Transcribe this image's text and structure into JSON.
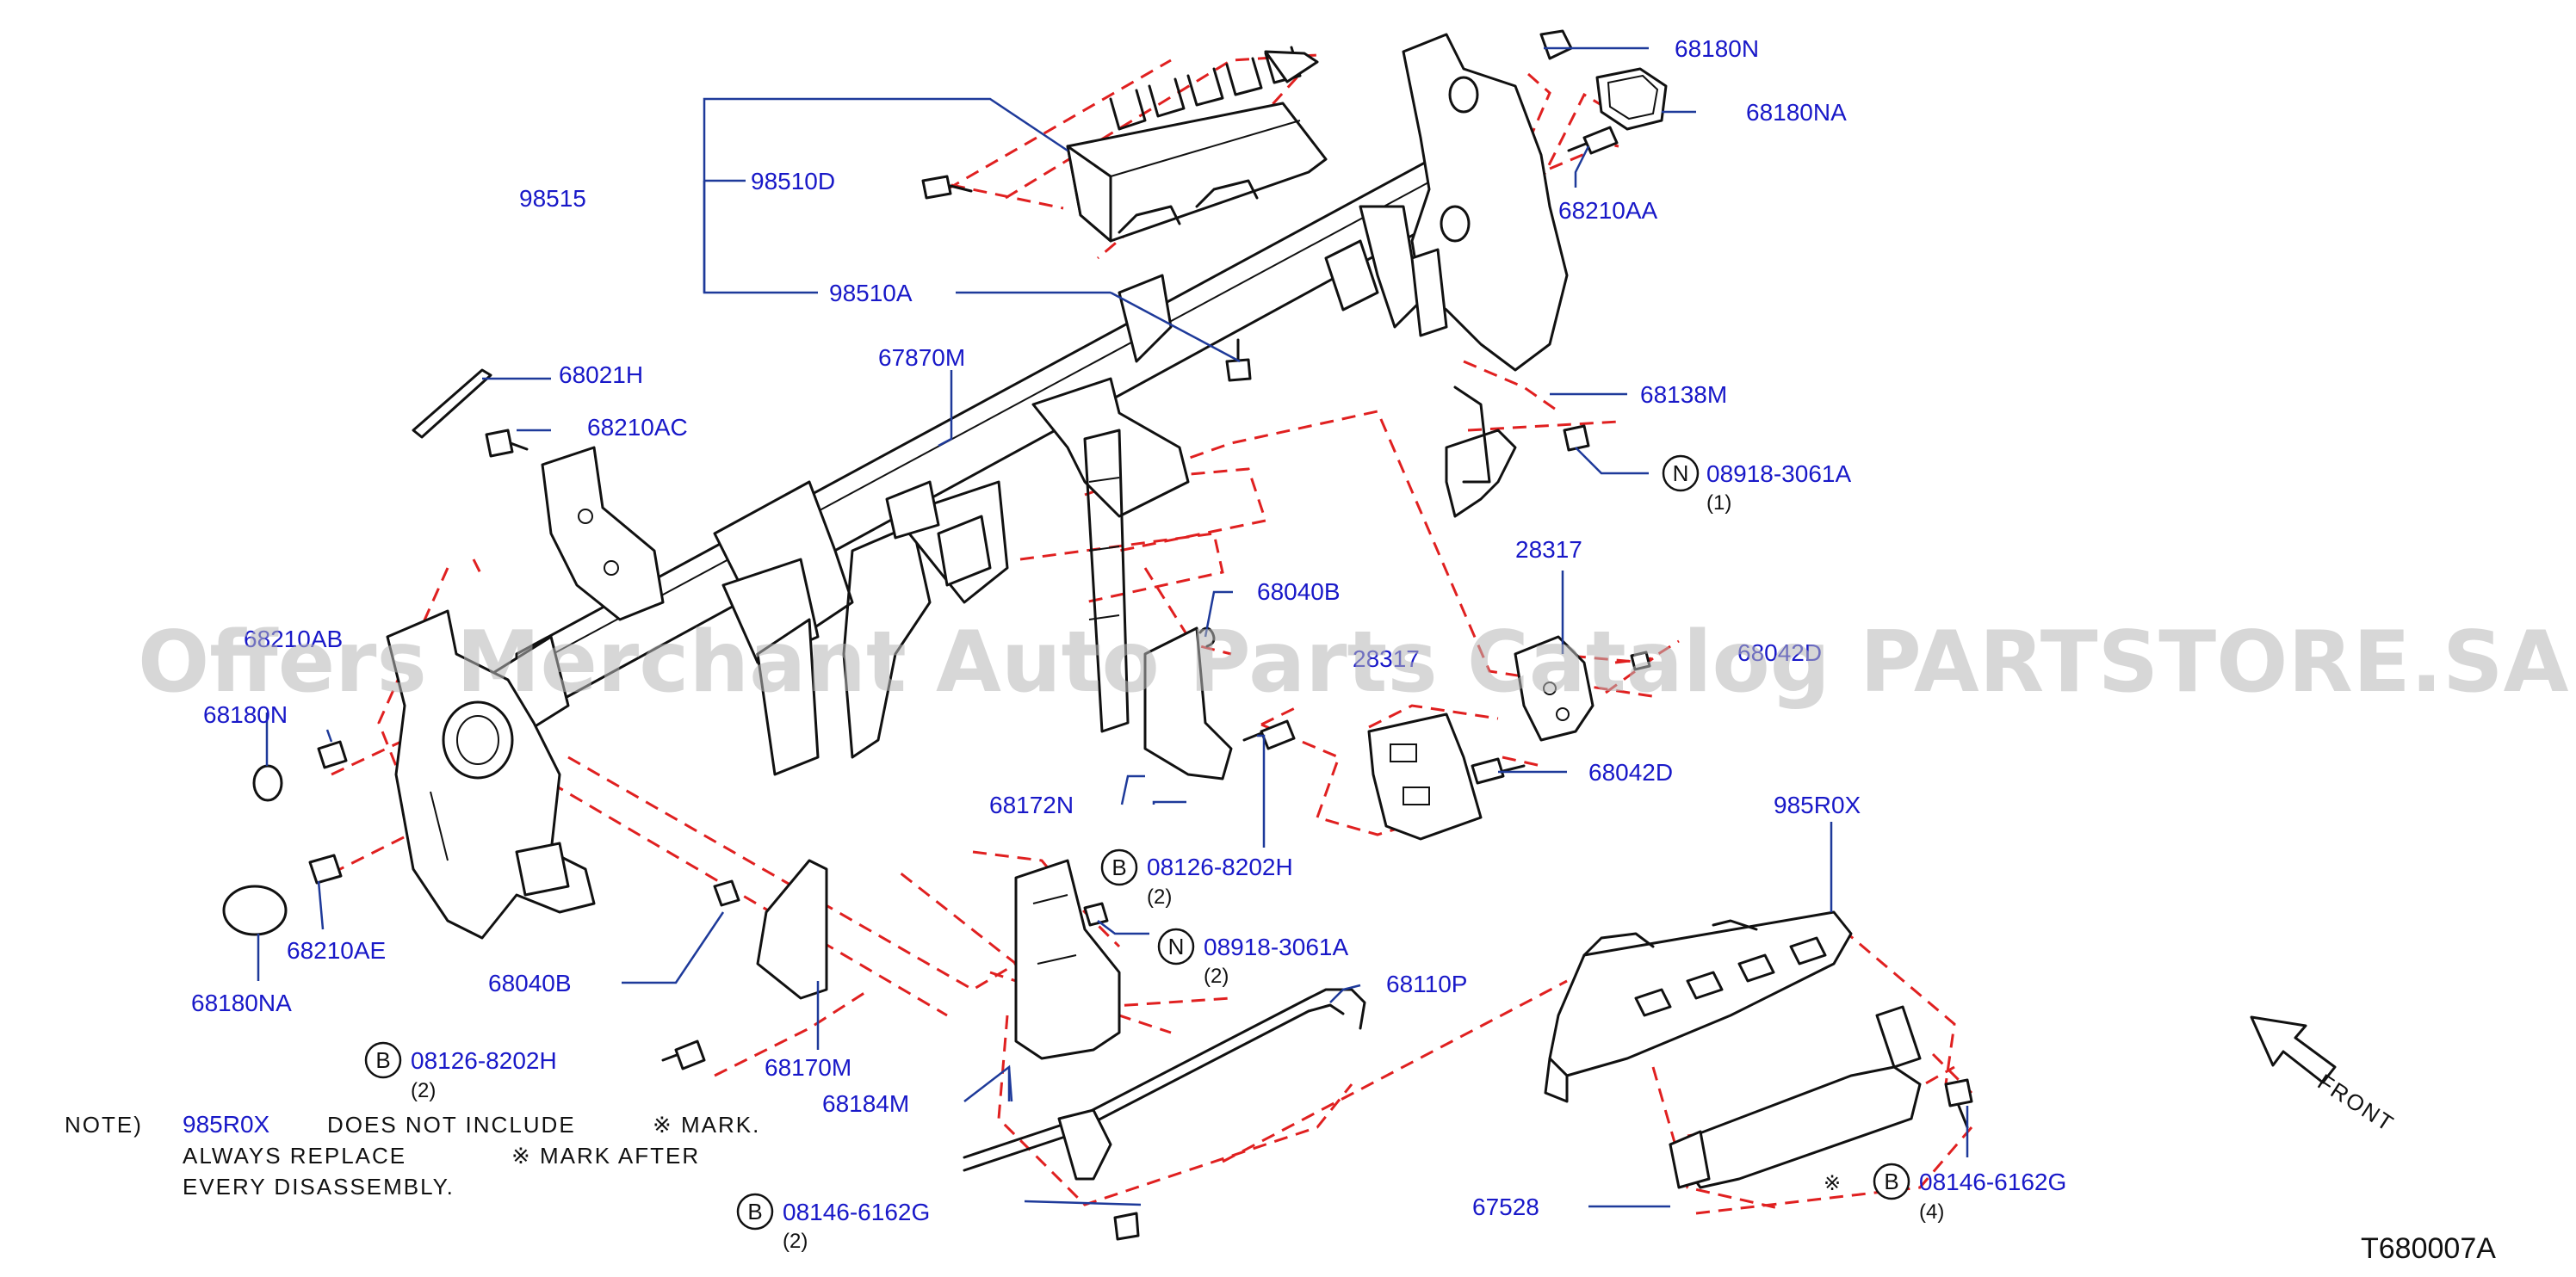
{
  "watermark": "Offers Merchant Auto Parts Catalog PARTSTORE.SA",
  "diagram_code": "T680007A",
  "front_label": "FRONT",
  "labels": {
    "p68180N_top": "68180N",
    "p68180NA_top": "68180NA",
    "p68210AA": "68210AA",
    "p98515": "98515",
    "p98510D": "98510D",
    "p98510A": "98510A",
    "p67870M": "67870M",
    "p68021H": "68021H",
    "p68210AC": "68210AC",
    "p68138M": "68138M",
    "p08918_3061A_top": "08918-3061A",
    "p08918_3061A_top_qty": "(1)",
    "p28317_a": "28317",
    "p28317_b": "28317",
    "p68040B_top": "68040B",
    "p68210AB": "68210AB",
    "p68042D_top": "68042D",
    "p68180N_left": "68180N",
    "p68042D_mid": "68042D",
    "p68172N": "68172N",
    "p08126_8202H_mid": "08126-8202H",
    "p08126_8202H_mid_qty": "(2)",
    "p08918_3061A_mid": "08918-3061A",
    "p08918_3061A_mid_qty": "(2)",
    "p985R0X": "985R0X",
    "p68210AE": "68210AE",
    "p68180NA_left": "68180NA",
    "p68040B_left": "68040B",
    "p68110P": "68110P",
    "p08126_8202H_low": "08126-8202H",
    "p08126_8202H_low_qty": "(2)",
    "p68170M": "68170M",
    "p68184M": "68184M",
    "p08146_6162G_left": "08146-6162G",
    "p08146_6162G_left_qty": "(2)",
    "p67528": "67528",
    "p08146_6162G_right": "08146-6162G",
    "p08146_6162G_right_qty": "(4)"
  },
  "callouts": {
    "B": "B",
    "N": "N"
  },
  "note": {
    "prefix": "NOTE)",
    "part": "985R0X",
    "line1_rest": "DOES   NOT   INCLUDE",
    "mark1": "※ MARK.",
    "line2": "ALWAYS   REPLACE",
    "mark2": "※ MARK  AFTER",
    "line3": "EVERY   DISASSEMBLY."
  },
  "colors": {
    "label": "#1818c8",
    "leader": "#1e3a9a",
    "dash": "#e02020"
  }
}
